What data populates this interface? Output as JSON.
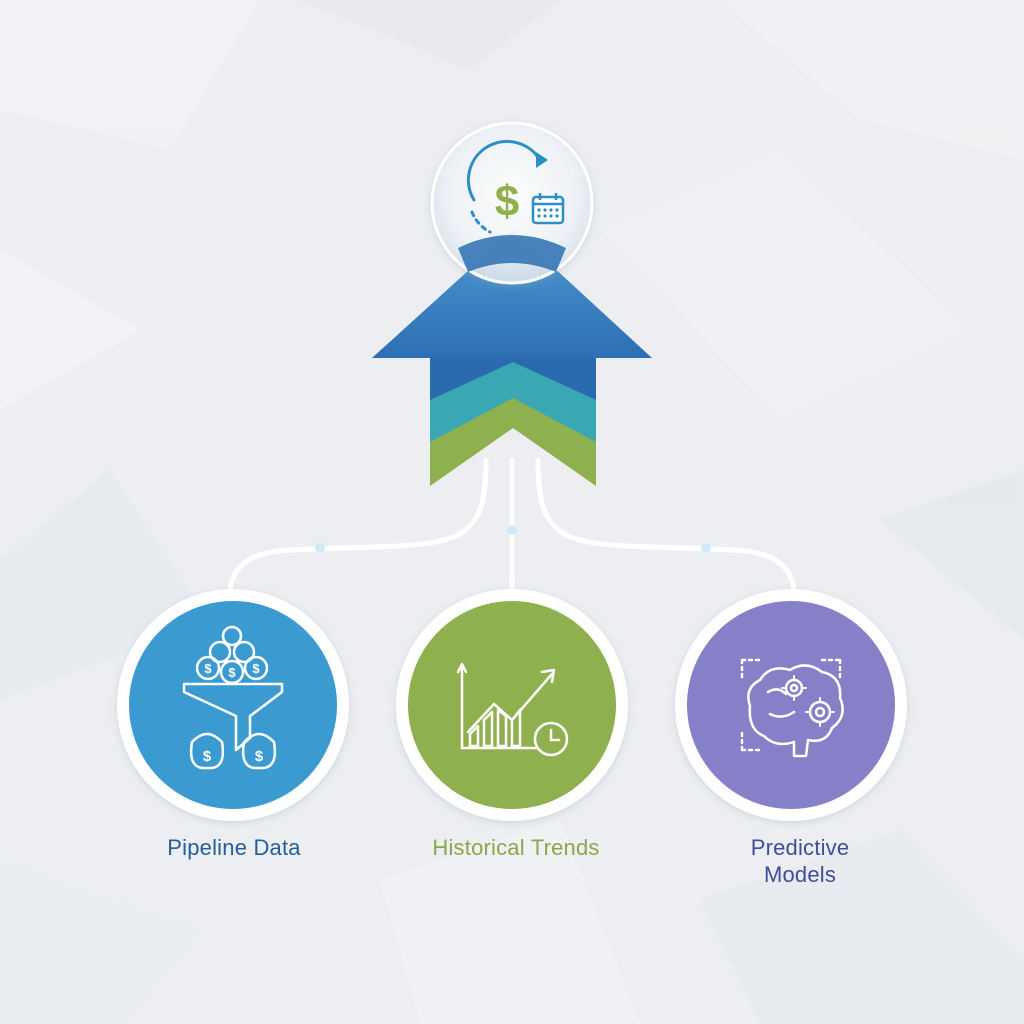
{
  "diagram": {
    "top_node": {
      "icon": "dollar-cycle-calendar-icon"
    },
    "arrow": {
      "colors": [
        "#2e7bbf",
        "#3aa8b3",
        "#8fb04e"
      ]
    },
    "sources": [
      {
        "label": "Pipeline Data",
        "icon": "funnel-money-bags-icon",
        "color": "#3b9bd1"
      },
      {
        "label": "Historical Trends",
        "icon": "chart-clock-icon",
        "color": "#8fb04e"
      },
      {
        "label_line1": "Predictive",
        "label_line2": "Models",
        "icon": "brain-gears-icon",
        "color": "#8580c8"
      }
    ]
  }
}
